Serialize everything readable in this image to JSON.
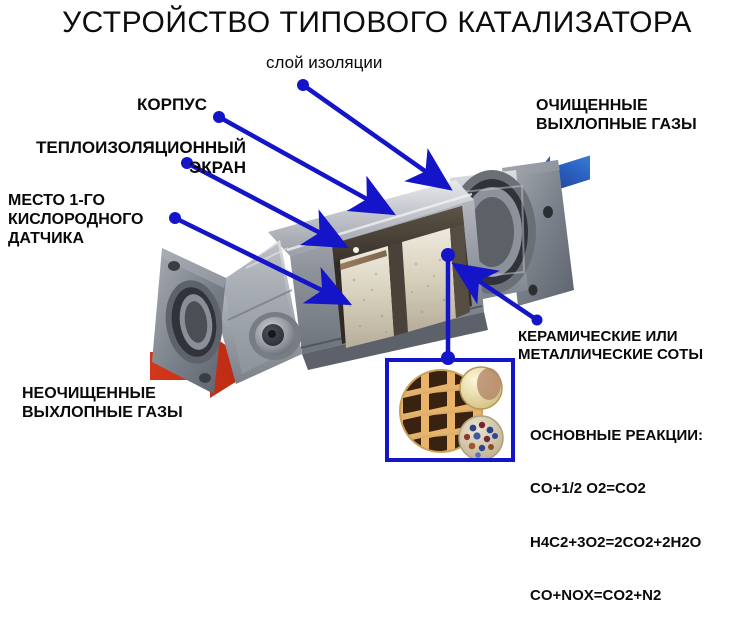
{
  "title": "УСТРОЙСТВО ТИПОВОГО КАТАЛИЗАТОРА",
  "colors": {
    "pointer_blue": "#1414c8",
    "exhaust_dirty_red": "#d8371a",
    "exhaust_clean_blue": "#2a6fd6",
    "text_black": "#0a0a0a",
    "shell_metal": "#b9bcc2",
    "substrate_cream": "#ddd6c4"
  },
  "labels": {
    "insulation": "слой изоляции",
    "body": "КОРПУС",
    "heat_shield": "ТЕПЛОИЗОЛЯЦИОННЫЙ\nЭКРАН",
    "oxygen_sensor": "МЕСТО 1-ГО\nКИСЛОРОДНОГО\nДАТЧИКА",
    "dirty_exhaust": "НЕОЧИЩЕННЫЕ\nВЫХЛОПНЫЕ ГАЗЫ",
    "clean_exhaust": "ОЧИЩЕННЫЕ\nВЫХЛОПНЫЕ ГАЗЫ",
    "honeycomb": "КЕРАМИЧЕСКИЕ ИЛИ\nМЕТАЛЛИЧЕСКИЕ СОТЫ"
  },
  "reactions": {
    "heading": "ОСНОВНЫЕ РЕАКЦИИ:",
    "equations": [
      "CO+1/2 O2=CO2",
      "H4C2+3O2=2CO2+2H2O",
      "CO+NOX=CO2+N2"
    ]
  },
  "diagram": {
    "subject": "catalytic-converter-cutaway-photo",
    "inset": "honeycomb-substrate-cross-section"
  }
}
